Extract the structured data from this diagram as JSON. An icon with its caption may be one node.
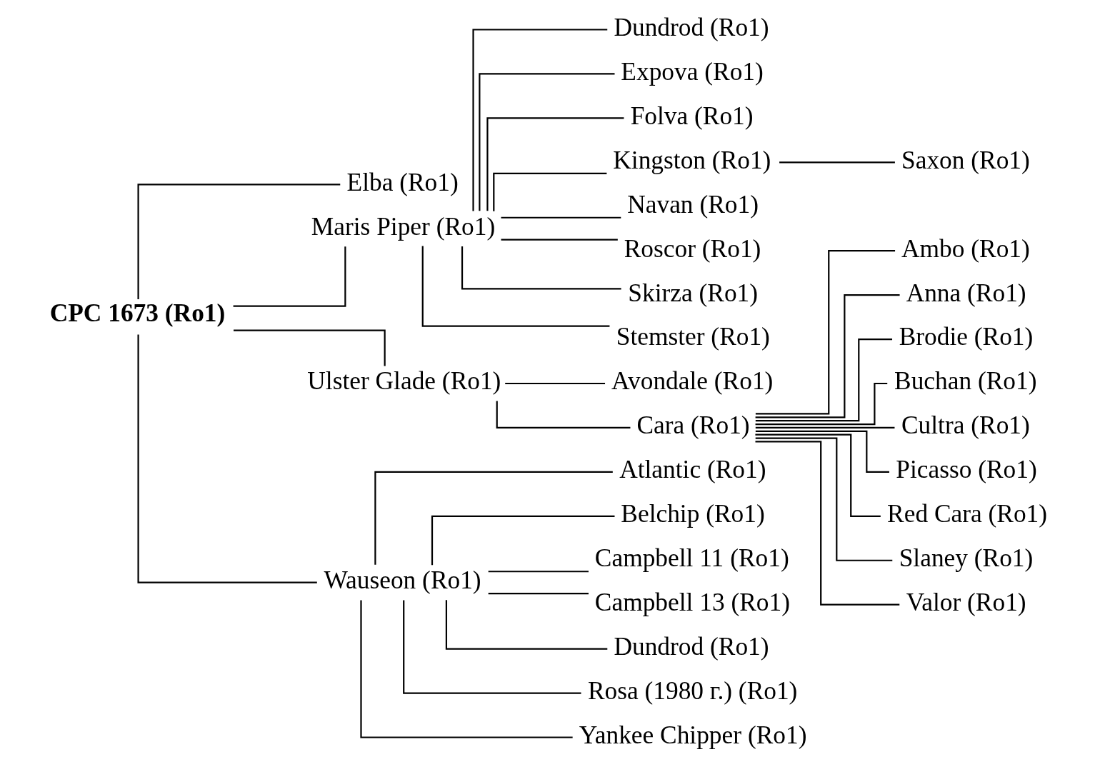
{
  "diagram": {
    "nodes": [
      {
        "text": [
          "CPC 1673 (Ro1)"
        ]
      },
      {
        "text": [
          "Elba (Ro1)"
        ]
      },
      {
        "text": [
          "Maris Piper (Ro1)"
        ]
      },
      {
        "text": [
          "Ulster Glade (Ro1)"
        ]
      },
      {
        "text": [
          "Wauseon (Ro1)"
        ]
      },
      {
        "text": [
          "Dundrod (Ro1)"
        ]
      },
      {
        "text": [
          "Expova (Ro1)"
        ]
      },
      {
        "text": [
          "Folva (Ro1)"
        ]
      },
      {
        "text": [
          "Kingston (Ro1)"
        ]
      },
      {
        "text": [
          "Navan (Ro1)"
        ]
      },
      {
        "text": [
          "Roscor (Ro1)"
        ]
      },
      {
        "text": [
          "Skirza (Ro1)"
        ]
      },
      {
        "text": [
          "Stemster (Ro1)"
        ]
      },
      {
        "text": [
          "Saxon (Ro1)"
        ]
      },
      {
        "text": [
          "Avondale (Ro1)"
        ]
      },
      {
        "text": [
          "Cara (Ro1)"
        ]
      },
      {
        "text": [
          "Ambo (Ro1)"
        ]
      },
      {
        "text": [
          "Anna (Ro1)"
        ]
      },
      {
        "text": [
          "Brodie (Ro1)"
        ]
      },
      {
        "text": [
          "Buchan (Ro1)"
        ]
      },
      {
        "text": [
          "Cultra (Ro1)"
        ]
      },
      {
        "text": [
          "Picasso (Ro1)"
        ]
      },
      {
        "text": [
          "Red Cara (Ro1)"
        ]
      },
      {
        "text": [
          "Slaney (Ro1)"
        ]
      },
      {
        "text": [
          "Valor (Ro1)"
        ]
      },
      {
        "text": [
          "Atlantic (Ro1)"
        ]
      },
      {
        "text": [
          "Belchip (Ro1)"
        ]
      },
      {
        "text": [
          "Campbell 11 (Ro1)"
        ]
      },
      {
        "text": [
          "Campbell 13 (Ro1)"
        ]
      },
      {
        "text": [
          "Dundrod (Ro1)"
        ]
      },
      {
        "text": [
          "Rosa (1980 г.) (Ro1)"
        ]
      },
      {
        "text": [
          "Yankee Chipper (Ro1)"
        ]
      }
    ],
    "edges": [
      {
        "from": 0,
        "to": 1,
        "arrow": "none"
      },
      {
        "from": 0,
        "to": 2,
        "arrow": "none"
      },
      {
        "from": 0,
        "to": 3,
        "arrow": "none"
      },
      {
        "from": 0,
        "to": 4,
        "arrow": "none"
      },
      {
        "from": 2,
        "to": 5,
        "arrow": "none"
      },
      {
        "from": 2,
        "to": 6,
        "arrow": "none"
      },
      {
        "from": 2,
        "to": 7,
        "arrow": "none"
      },
      {
        "from": 2,
        "to": 8,
        "arrow": "none"
      },
      {
        "from": 2,
        "to": 9,
        "arrow": "none"
      },
      {
        "from": 2,
        "to": 10,
        "arrow": "none"
      },
      {
        "from": 2,
        "to": 11,
        "arrow": "none"
      },
      {
        "from": 2,
        "to": 12,
        "arrow": "none"
      },
      {
        "from": 8,
        "to": 13,
        "arrow": "none"
      },
      {
        "from": 3,
        "to": 14,
        "arrow": "none"
      },
      {
        "from": 3,
        "to": 15,
        "arrow": "none"
      },
      {
        "from": 15,
        "to": 16,
        "arrow": "none"
      },
      {
        "from": 15,
        "to": 17,
        "arrow": "none"
      },
      {
        "from": 15,
        "to": 18,
        "arrow": "none"
      },
      {
        "from": 15,
        "to": 19,
        "arrow": "none"
      },
      {
        "from": 15,
        "to": 20,
        "arrow": "none"
      },
      {
        "from": 15,
        "to": 21,
        "arrow": "none"
      },
      {
        "from": 15,
        "to": 22,
        "arrow": "none"
      },
      {
        "from": 15,
        "to": 23,
        "arrow": "none"
      },
      {
        "from": 15,
        "to": 24,
        "arrow": "none"
      },
      {
        "from": 4,
        "to": 25,
        "arrow": "none"
      },
      {
        "from": 4,
        "to": 26,
        "arrow": "none"
      },
      {
        "from": 4,
        "to": 27,
        "arrow": "none"
      },
      {
        "from": 4,
        "to": 28,
        "arrow": "none"
      },
      {
        "from": 4,
        "to": 29,
        "arrow": "none"
      },
      {
        "from": 4,
        "to": 30,
        "arrow": "none"
      },
      {
        "from": 4,
        "to": 31,
        "arrow": "none"
      }
    ]
  }
}
